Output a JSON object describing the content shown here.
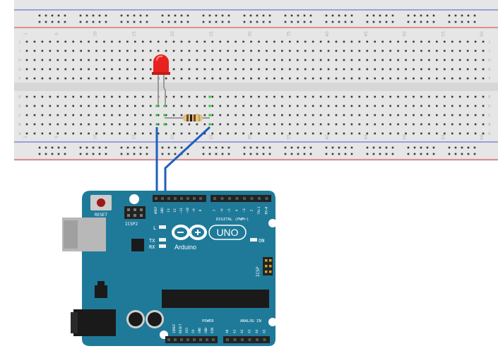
{
  "breadboard": {
    "column_numbers": [
      "1",
      "5",
      "10",
      "15",
      "20",
      "25",
      "30",
      "35",
      "40",
      "45",
      "50",
      "55",
      "60"
    ],
    "row_letters_top": [
      "J",
      "I",
      "H",
      "G",
      "F"
    ],
    "row_letters_bottom": [
      "E",
      "D",
      "C",
      "B",
      "A"
    ]
  },
  "components": {
    "led_color": "#e8221f",
    "resistor_color": "#d9c48f",
    "wire_color": "#1f5fbf"
  },
  "arduino": {
    "board_color": "#1f7a99",
    "reset_label": "RESET",
    "icsp2_label": "ICSP2",
    "icsp_label": "ICSP",
    "brand": "Arduino",
    "model": "UNO",
    "l_label": "L",
    "tx_label": "TX",
    "rx_label": "RX",
    "on_label": "ON",
    "digital_label": "DIGITAL (PWM~)",
    "power_label": "POWER",
    "analog_label": "ANALOG IN",
    "top_pin_labels": [
      "AREF",
      "GND",
      "13",
      "12",
      "~11",
      "~10",
      "~9",
      "8"
    ],
    "top_pin_labels_right": [
      "7",
      "~6",
      "~5",
      "4",
      "~3",
      "2",
      "TX▸1",
      "RX◂0"
    ],
    "power_pins": [
      "IOREF",
      "RESET",
      "3V3",
      "5V",
      "GND",
      "GND",
      "VIN"
    ],
    "analog_pins": [
      "A0",
      "A1",
      "A2",
      "A3",
      "A4",
      "A5"
    ]
  }
}
